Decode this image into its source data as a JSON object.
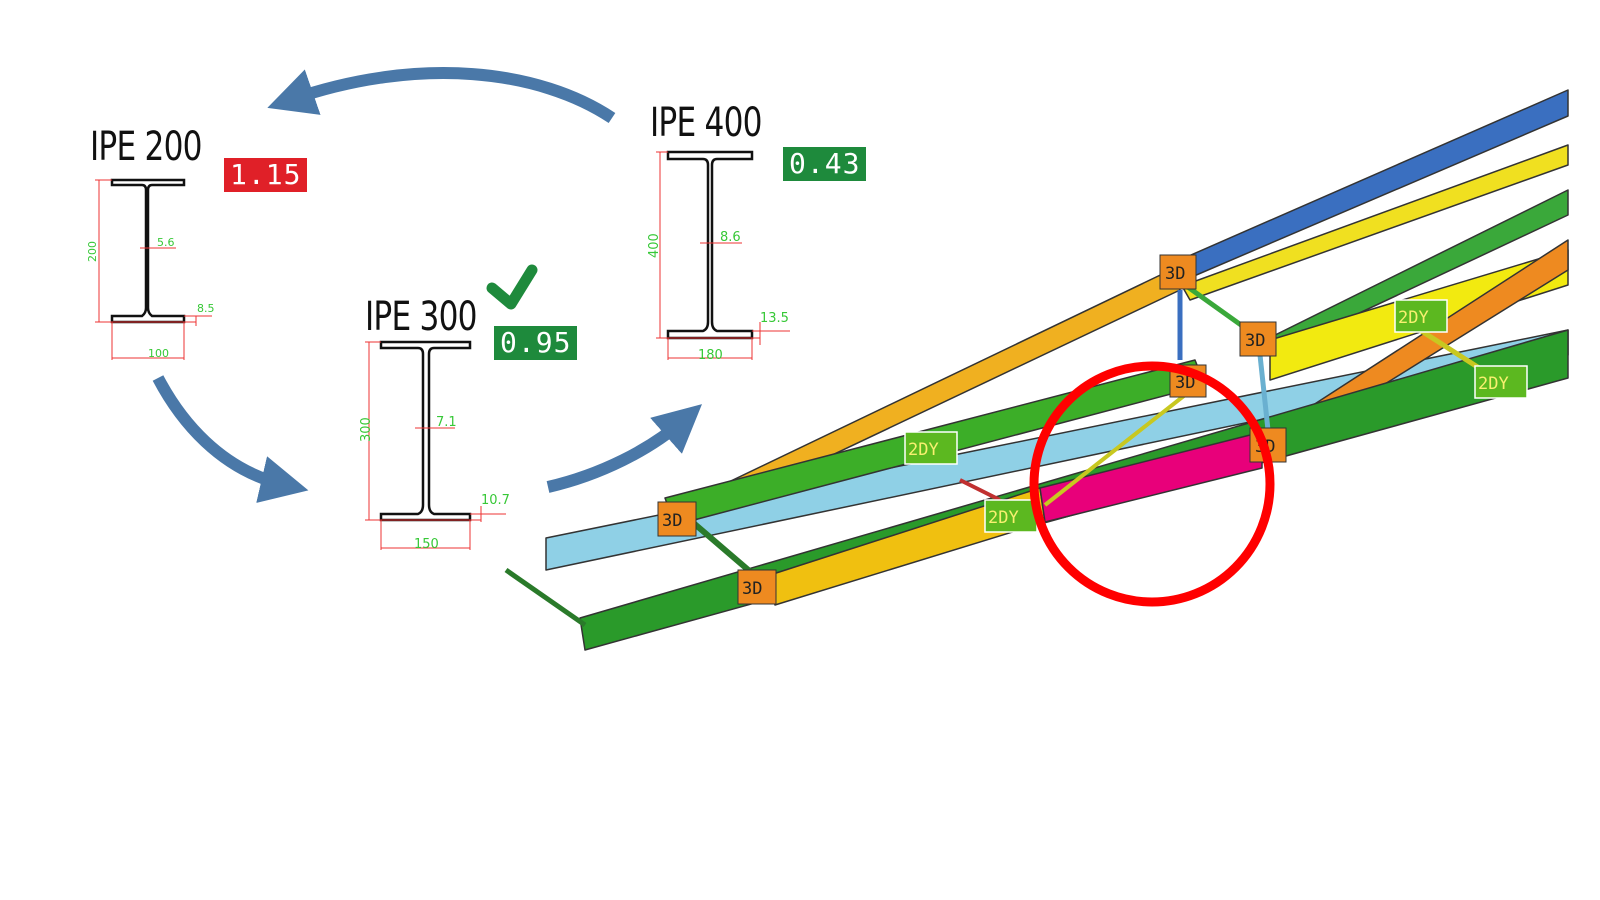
{
  "profiles": [
    {
      "name": "IPE 200",
      "ratio": "1.15",
      "status": "fail",
      "dims": {
        "height": "200",
        "width": "100",
        "web": "5.6",
        "flange": "8.5"
      }
    },
    {
      "name": "IPE 300",
      "ratio": "0.95",
      "status": "selected",
      "dims": {
        "height": "300",
        "width": "150",
        "web": "7.1",
        "flange": "10.7"
      }
    },
    {
      "name": "IPE 400",
      "ratio": "0.43",
      "status": "pass",
      "dims": {
        "height": "400",
        "width": "180",
        "web": "8.6",
        "flange": "13.5"
      }
    }
  ],
  "colors": {
    "fail": "#e02028",
    "pass": "#1e8a3c",
    "arrow": "#4a78a8",
    "highlight": "#ff0000",
    "critical_member": "#e8007a"
  },
  "model_tags": {
    "rigid": "3D",
    "pinned": "2DY"
  }
}
